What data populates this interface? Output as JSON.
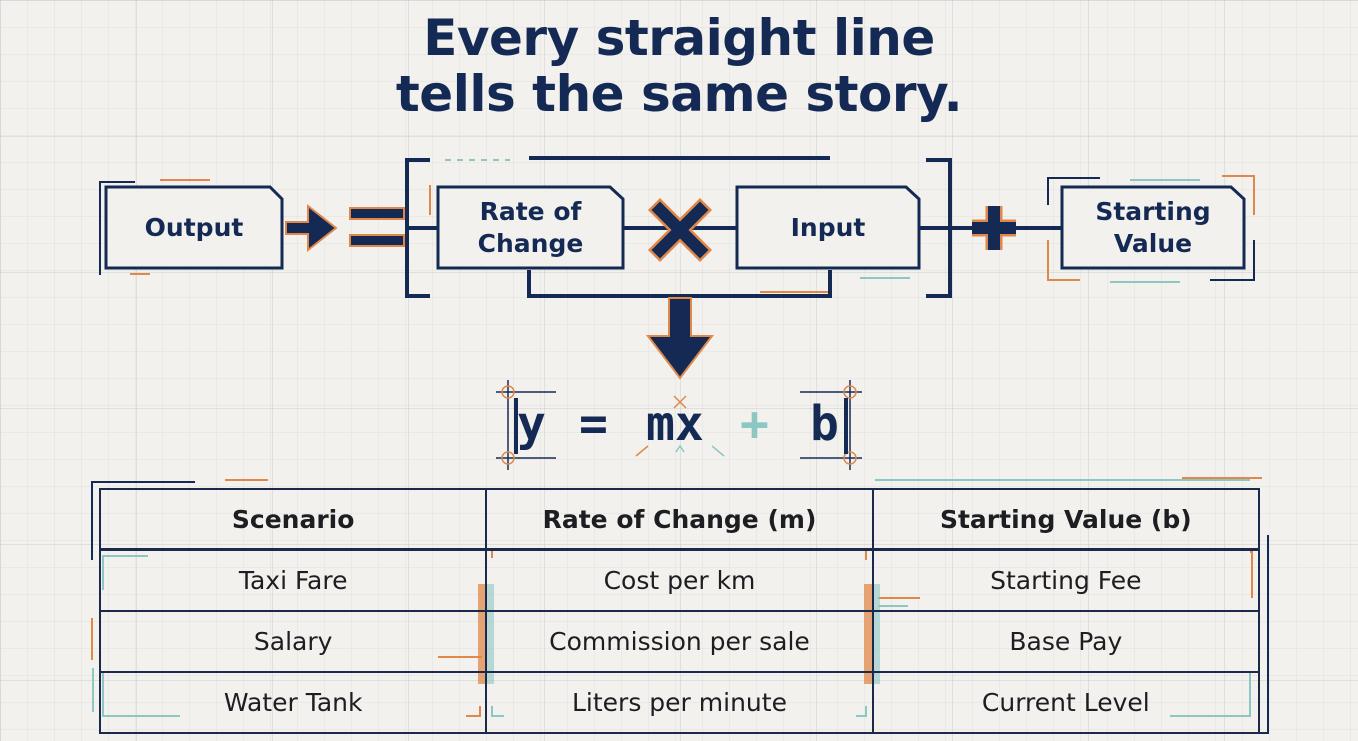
{
  "title": {
    "line1": "Every straight line",
    "line2": "tells the same story."
  },
  "flow": {
    "output": "Output",
    "rate": "Rate of\nChange",
    "input": "Input",
    "start": "Starting\nValue"
  },
  "equation": {
    "y": "y",
    "equals": "=",
    "mx": "mx",
    "plus": "+",
    "b": "b"
  },
  "table": {
    "headers": [
      "Scenario",
      "Rate of Change (m)",
      "Starting Value (b)"
    ],
    "rows": [
      [
        "Taxi Fare",
        "Cost per km",
        "Starting Fee"
      ],
      [
        "Salary",
        "Commission per sale",
        "Base Pay"
      ],
      [
        "Water Tank",
        "Liters per minute",
        "Current Level"
      ]
    ]
  },
  "colors": {
    "navy": "#142a54",
    "orange": "#e0884a",
    "teal": "#8cc7c4",
    "paper": "#f2f1ed"
  }
}
